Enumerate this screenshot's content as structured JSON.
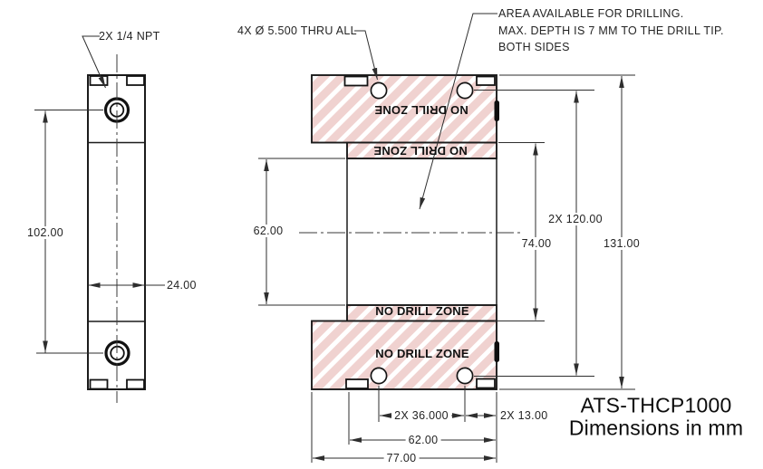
{
  "labels": {
    "npt_callout": "2X 1/4 NPT",
    "holes_callout": "4X  Ø 5.500 THRU ALL",
    "note_line1": "AREA AVAILABLE FOR DRILLING.",
    "note_line2": "MAX. DEPTH IS 7 MM TO THE DRILL TIP.",
    "note_line3": "BOTH SIDES",
    "no_drill_zone": "NO DRILL ZONE"
  },
  "dimensions": {
    "side_port_spacing": "102.00",
    "side_width": "24.00",
    "front_inner_height": "62.00",
    "front_band_gap": "74.00",
    "front_hole_spacing_vertical": "2X 120.00",
    "front_overall_height": "131.00",
    "front_hole_spacing_horizontal": "2X 36.000",
    "front_hole_to_edge": "2X 13.00",
    "front_inner_width": "62.00",
    "front_overall_width": "77.00"
  },
  "title": {
    "part_number": "ATS-THCP1000",
    "units_note": "Dimensions in mm"
  },
  "colors": {
    "hatch_pink": "#f0d2d0",
    "line_dark": "#1b1b1b",
    "background": "#ffffff"
  }
}
